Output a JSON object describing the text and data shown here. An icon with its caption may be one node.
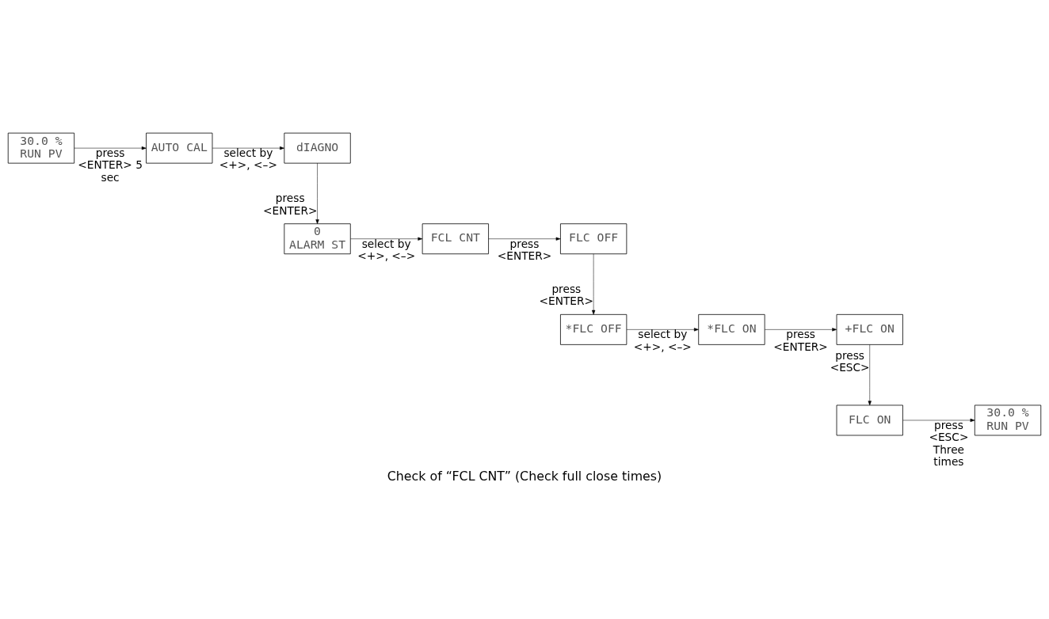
{
  "diagram": {
    "caption": "Check of “FCL CNT” (Check full close times)",
    "nodes": [
      {
        "text": [
          "30.0 %",
          "RUN PV"
        ]
      },
      {
        "text": [
          "AUTO CAL"
        ]
      },
      {
        "text": [
          "dIAGNO"
        ]
      },
      {
        "text": [
          "0",
          "ALARM ST"
        ]
      },
      {
        "text": [
          "FCL CNT"
        ]
      },
      {
        "text": [
          "FLC OFF"
        ]
      },
      {
        "text": [
          "*FLC OFF"
        ]
      },
      {
        "text": [
          "*FLC ON"
        ]
      },
      {
        "text": [
          "+FLC ON"
        ]
      },
      {
        "text": [
          "FLC ON"
        ]
      },
      {
        "text": [
          "30.0 %",
          "RUN PV"
        ]
      }
    ],
    "edges": [
      {
        "from": 0,
        "to": 1,
        "arrow": "to",
        "label": "press <ENTER> 5 sec"
      },
      {
        "from": 1,
        "to": 2,
        "arrow": "to",
        "label": "select by <+>, <–>"
      },
      {
        "from": 2,
        "to": 3,
        "arrow": "to",
        "label": "press <ENTER>"
      },
      {
        "from": 3,
        "to": 4,
        "arrow": "to",
        "label": "select by <+>, <–>"
      },
      {
        "from": 4,
        "to": 5,
        "arrow": "to",
        "label": "press <ENTER>"
      },
      {
        "from": 5,
        "to": 6,
        "arrow": "to",
        "label": "press <ENTER>"
      },
      {
        "from": 6,
        "to": 7,
        "arrow": "to",
        "label": "select by <+>, <–>"
      },
      {
        "from": 7,
        "to": 8,
        "arrow": "to",
        "label": "press <ENTER>"
      },
      {
        "from": 8,
        "to": 9,
        "arrow": "to",
        "label": "press <ESC>"
      },
      {
        "from": 9,
        "to": 10,
        "arrow": "to",
        "label": "press <ESC> Three times"
      }
    ]
  }
}
